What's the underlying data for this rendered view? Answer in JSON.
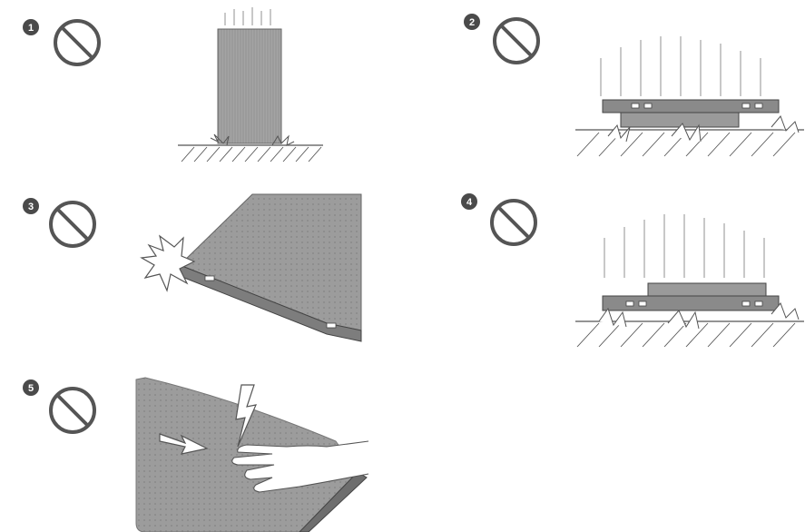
{
  "panels": [
    {
      "number": "1",
      "icon": "prohibited-icon",
      "scene": "panel-standing-upright-on-floor"
    },
    {
      "number": "2",
      "icon": "prohibited-icon",
      "scene": "panel-lying-face-down-on-floor"
    },
    {
      "number": "3",
      "icon": "prohibited-icon",
      "scene": "panel-corner-impact"
    },
    {
      "number": "4",
      "icon": "prohibited-icon",
      "scene": "panel-lying-face-up-on-floor"
    },
    {
      "number": "5",
      "icon": "prohibited-icon",
      "scene": "hand-touching-panel-surface"
    }
  ],
  "colors": {
    "line": "#555555",
    "badge": "#4a4a4a",
    "panel_fill": "#9a9a9a",
    "panel_dark": "#7d7d7d",
    "background": "#ffffff"
  }
}
